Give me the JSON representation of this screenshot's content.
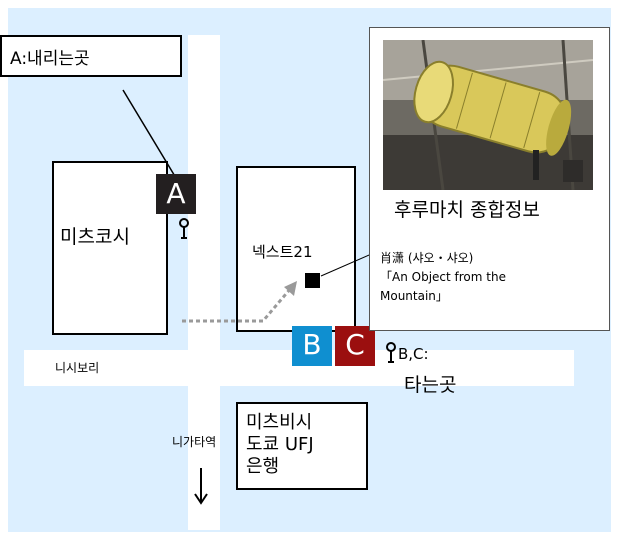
{
  "callout_a": {
    "text": "A:내리는곳"
  },
  "buildings": {
    "mitsukoshi": "미츠코시",
    "next21": "넥스트21",
    "mitsubishi": [
      "미츠비시",
      "도쿄 UFJ",
      "은행"
    ]
  },
  "stops": {
    "a": {
      "letter": "A",
      "color": "#231f20"
    },
    "b": {
      "letter": "B",
      "color": "#0f8fd0"
    },
    "c": {
      "letter": "C",
      "color": "#9b0f0f"
    },
    "bc_label": [
      "B,C:",
      "타는곳"
    ]
  },
  "streets": {
    "nishi_dori": "니시보리",
    "niigata_station": "니가타역"
  },
  "info_box": {
    "caption": "후루마치 종합정보"
  },
  "artwork": {
    "lines": [
      "肖潇 (샤오・샤오)",
      "「An Object from the",
      "Mountain」"
    ]
  },
  "icons": {
    "stop_pin": "bus-stop-pin-icon",
    "arrow_down": "down-arrow-icon"
  }
}
